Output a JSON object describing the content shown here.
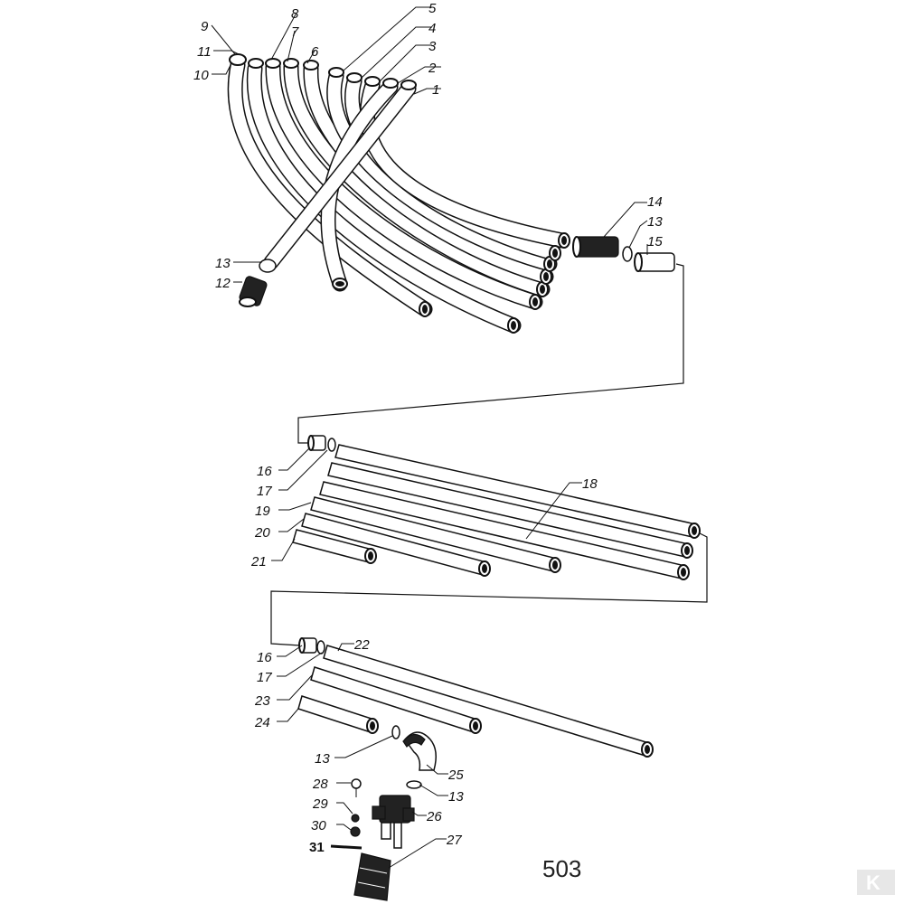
{
  "diagram": {
    "page_number": "503",
    "brand_mark": "K",
    "top_group": {
      "labels": [
        "1",
        "2",
        "3",
        "4",
        "5",
        "6",
        "7",
        "8",
        "9",
        "10",
        "11",
        "12",
        "13",
        "13",
        "14",
        "15"
      ]
    },
    "middle_group": {
      "labels": [
        "16",
        "17",
        "18",
        "19",
        "20",
        "21"
      ]
    },
    "bottom_group": {
      "labels": [
        "16",
        "17",
        "22",
        "23",
        "24",
        "13",
        "25",
        "13",
        "26",
        "27",
        "28",
        "29",
        "30",
        "31"
      ]
    }
  }
}
